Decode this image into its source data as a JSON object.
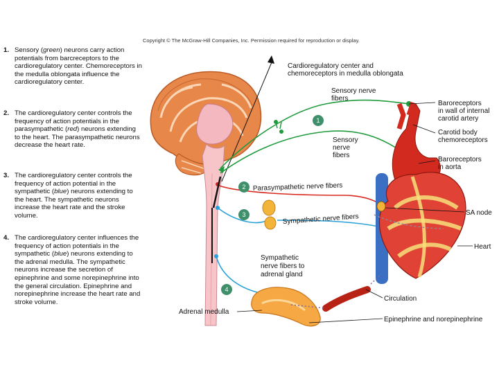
{
  "copyright": "Copyright © The McGraw-Hill Companies, Inc. Permission required for reproduction or display.",
  "steps": [
    {
      "num": "1.",
      "parts": [
        {
          "t": "Sensory ("
        },
        {
          "t": "green",
          "i": true
        },
        {
          "t": ") neurons carry action potentials from barcreceptors to the cardioregulatory center. Chemoreceptors in the medulla oblongata influence the cardioregulatory center."
        }
      ]
    },
    {
      "num": "2.",
      "parts": [
        {
          "t": "The cardioregulatory center controls the frequency of action potentials in the parasympathetic ("
        },
        {
          "t": "red",
          "i": true
        },
        {
          "t": ") neurons extending to the heart. The parasympathetic neurons decrease the heart rate."
        }
      ]
    },
    {
      "num": "3.",
      "parts": [
        {
          "t": "The cardioregulatory center controls the frequency of action potential in the sympathetic ("
        },
        {
          "t": "blue",
          "i": true
        },
        {
          "t": ") neurons extending to the heart. The sympathetic neurons increase the heart rate and the stroke volume."
        }
      ]
    },
    {
      "num": "4.",
      "parts": [
        {
          "t": "The cardioregulatory center influences the frequency of action potentials in the sympathetic ("
        },
        {
          "t": "blue",
          "i": true
        },
        {
          "t": ") neurons extending to the adrenal medulla. The sympathetic neurons increase the secretion of epinephrine and some norepinephrine into the general circulation. Epinephrine and norepinephrine increase the heart rate and stroke volume."
        }
      ]
    }
  ],
  "labels": {
    "center_1": "Cardioregulatory center and",
    "center_2": "chemoreceptors in medulla oblongata",
    "sensory_top_1": "Sensory nerve",
    "sensory_top_2": "fibers",
    "sensory_mid_1": "Sensory",
    "sensory_mid_2": "nerve",
    "sensory_mid_3": "fibers",
    "baro_carotid_1": "Baroreceptors",
    "baro_carotid_2": "in wall of internal",
    "baro_carotid_3": "carotid artery",
    "carotid_body_1": "Carotid body",
    "carotid_body_2": "chemoreceptors",
    "baro_aorta_1": "Baroreceptors",
    "baro_aorta_2": "in aorta",
    "parasympathetic": "Parasympathetic nerve fibers",
    "sympathetic": "Sympathetic nerve fibers",
    "sa_node": "SA node",
    "heart": "Heart",
    "symp_adrenal_1": "Sympathetic",
    "symp_adrenal_2": "nerve fibers to",
    "symp_adrenal_3": "adrenal gland",
    "circulation": "Circulation",
    "adrenal_medulla": "Adrenal medulla",
    "epinephrine": "Epinephrine and norepinephrine"
  },
  "badges": [
    "1",
    "2",
    "3",
    "4"
  ],
  "colors": {
    "sensory": "#1f9a3c",
    "parasympathetic": "#d9261c",
    "sympathetic": "#2aa0d8",
    "brain": "#e07a3c",
    "artery": "#d22a1e",
    "vein": "#3a6fc4",
    "adrenal": "#f0a040"
  }
}
